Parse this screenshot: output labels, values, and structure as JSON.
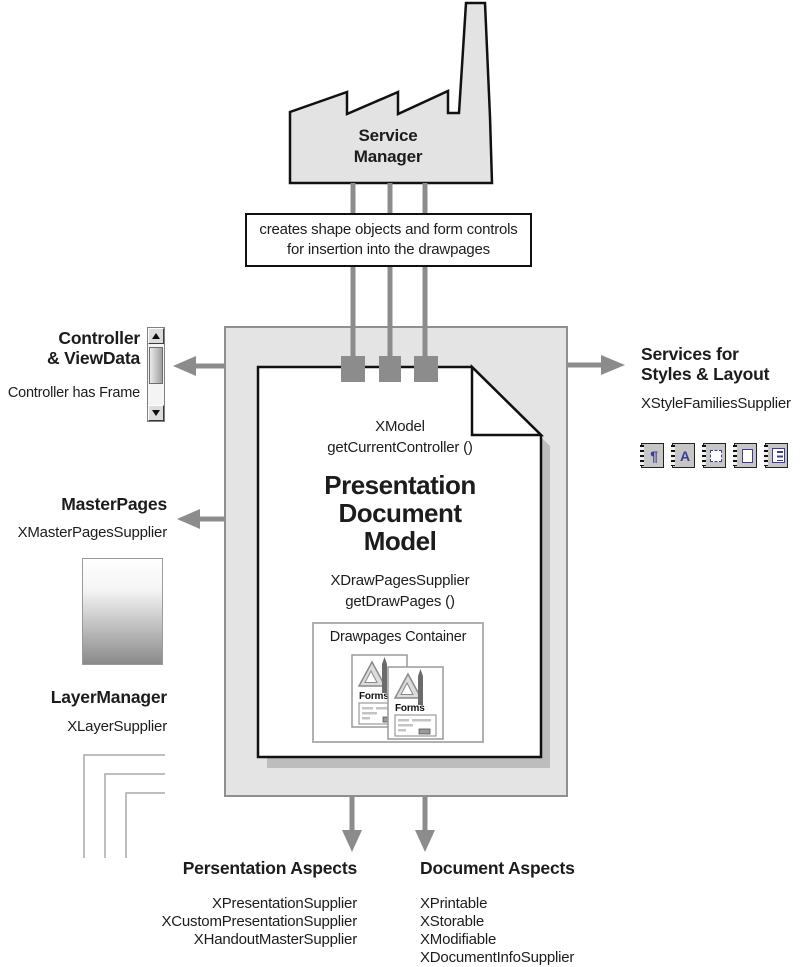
{
  "service_manager": {
    "line1": "Service",
    "line2": "Manager"
  },
  "creates_box": {
    "line1": "creates shape objects and form controls",
    "line2": "for insertion into the drawpages"
  },
  "controller": {
    "line1": "Controller",
    "line2": "& ViewData",
    "note": "Controller has Frame"
  },
  "services_styles": {
    "line1": "Services for",
    "line2": "Styles & Layout",
    "supplier": "XStyleFamiliesSupplier",
    "icons": [
      "paragraph-styles-icon",
      "character-styles-icon",
      "frame-styles-icon",
      "page-styles-icon",
      "numbering-styles-icon"
    ],
    "glyph_paragraph": "¶",
    "glyph_character": "A"
  },
  "master_pages": {
    "title": "MasterPages",
    "supplier": "XMasterPagesSupplier"
  },
  "layer_manager": {
    "title": "LayerManager",
    "supplier": "XLayerSupplier"
  },
  "model": {
    "interface1": "XModel",
    "method1": "getCurrentController ()",
    "title1": "Presentation",
    "title2": "Document",
    "title3": "Model",
    "interface2": "XDrawPagesSupplier",
    "method2": "getDrawPages ()",
    "container_title": "Drawpages Container",
    "forms_label": "Forms"
  },
  "presentation_aspects": {
    "title": "Persentation Aspects",
    "items": [
      "XPresentationSupplier",
      "XCustomPresentationSupplier",
      "XHandoutMasterSupplier"
    ]
  },
  "document_aspects": {
    "title": "Document Aspects",
    "items": [
      "XPrintable",
      "XStorable",
      "XModifiable",
      "XDocumentInfoSupplier"
    ]
  },
  "colors": {
    "shape_fill": "#e3e3e3",
    "arrow_gray": "#8c8c8c",
    "glyph_purple": "#3d3d99",
    "outline": "#111111"
  }
}
